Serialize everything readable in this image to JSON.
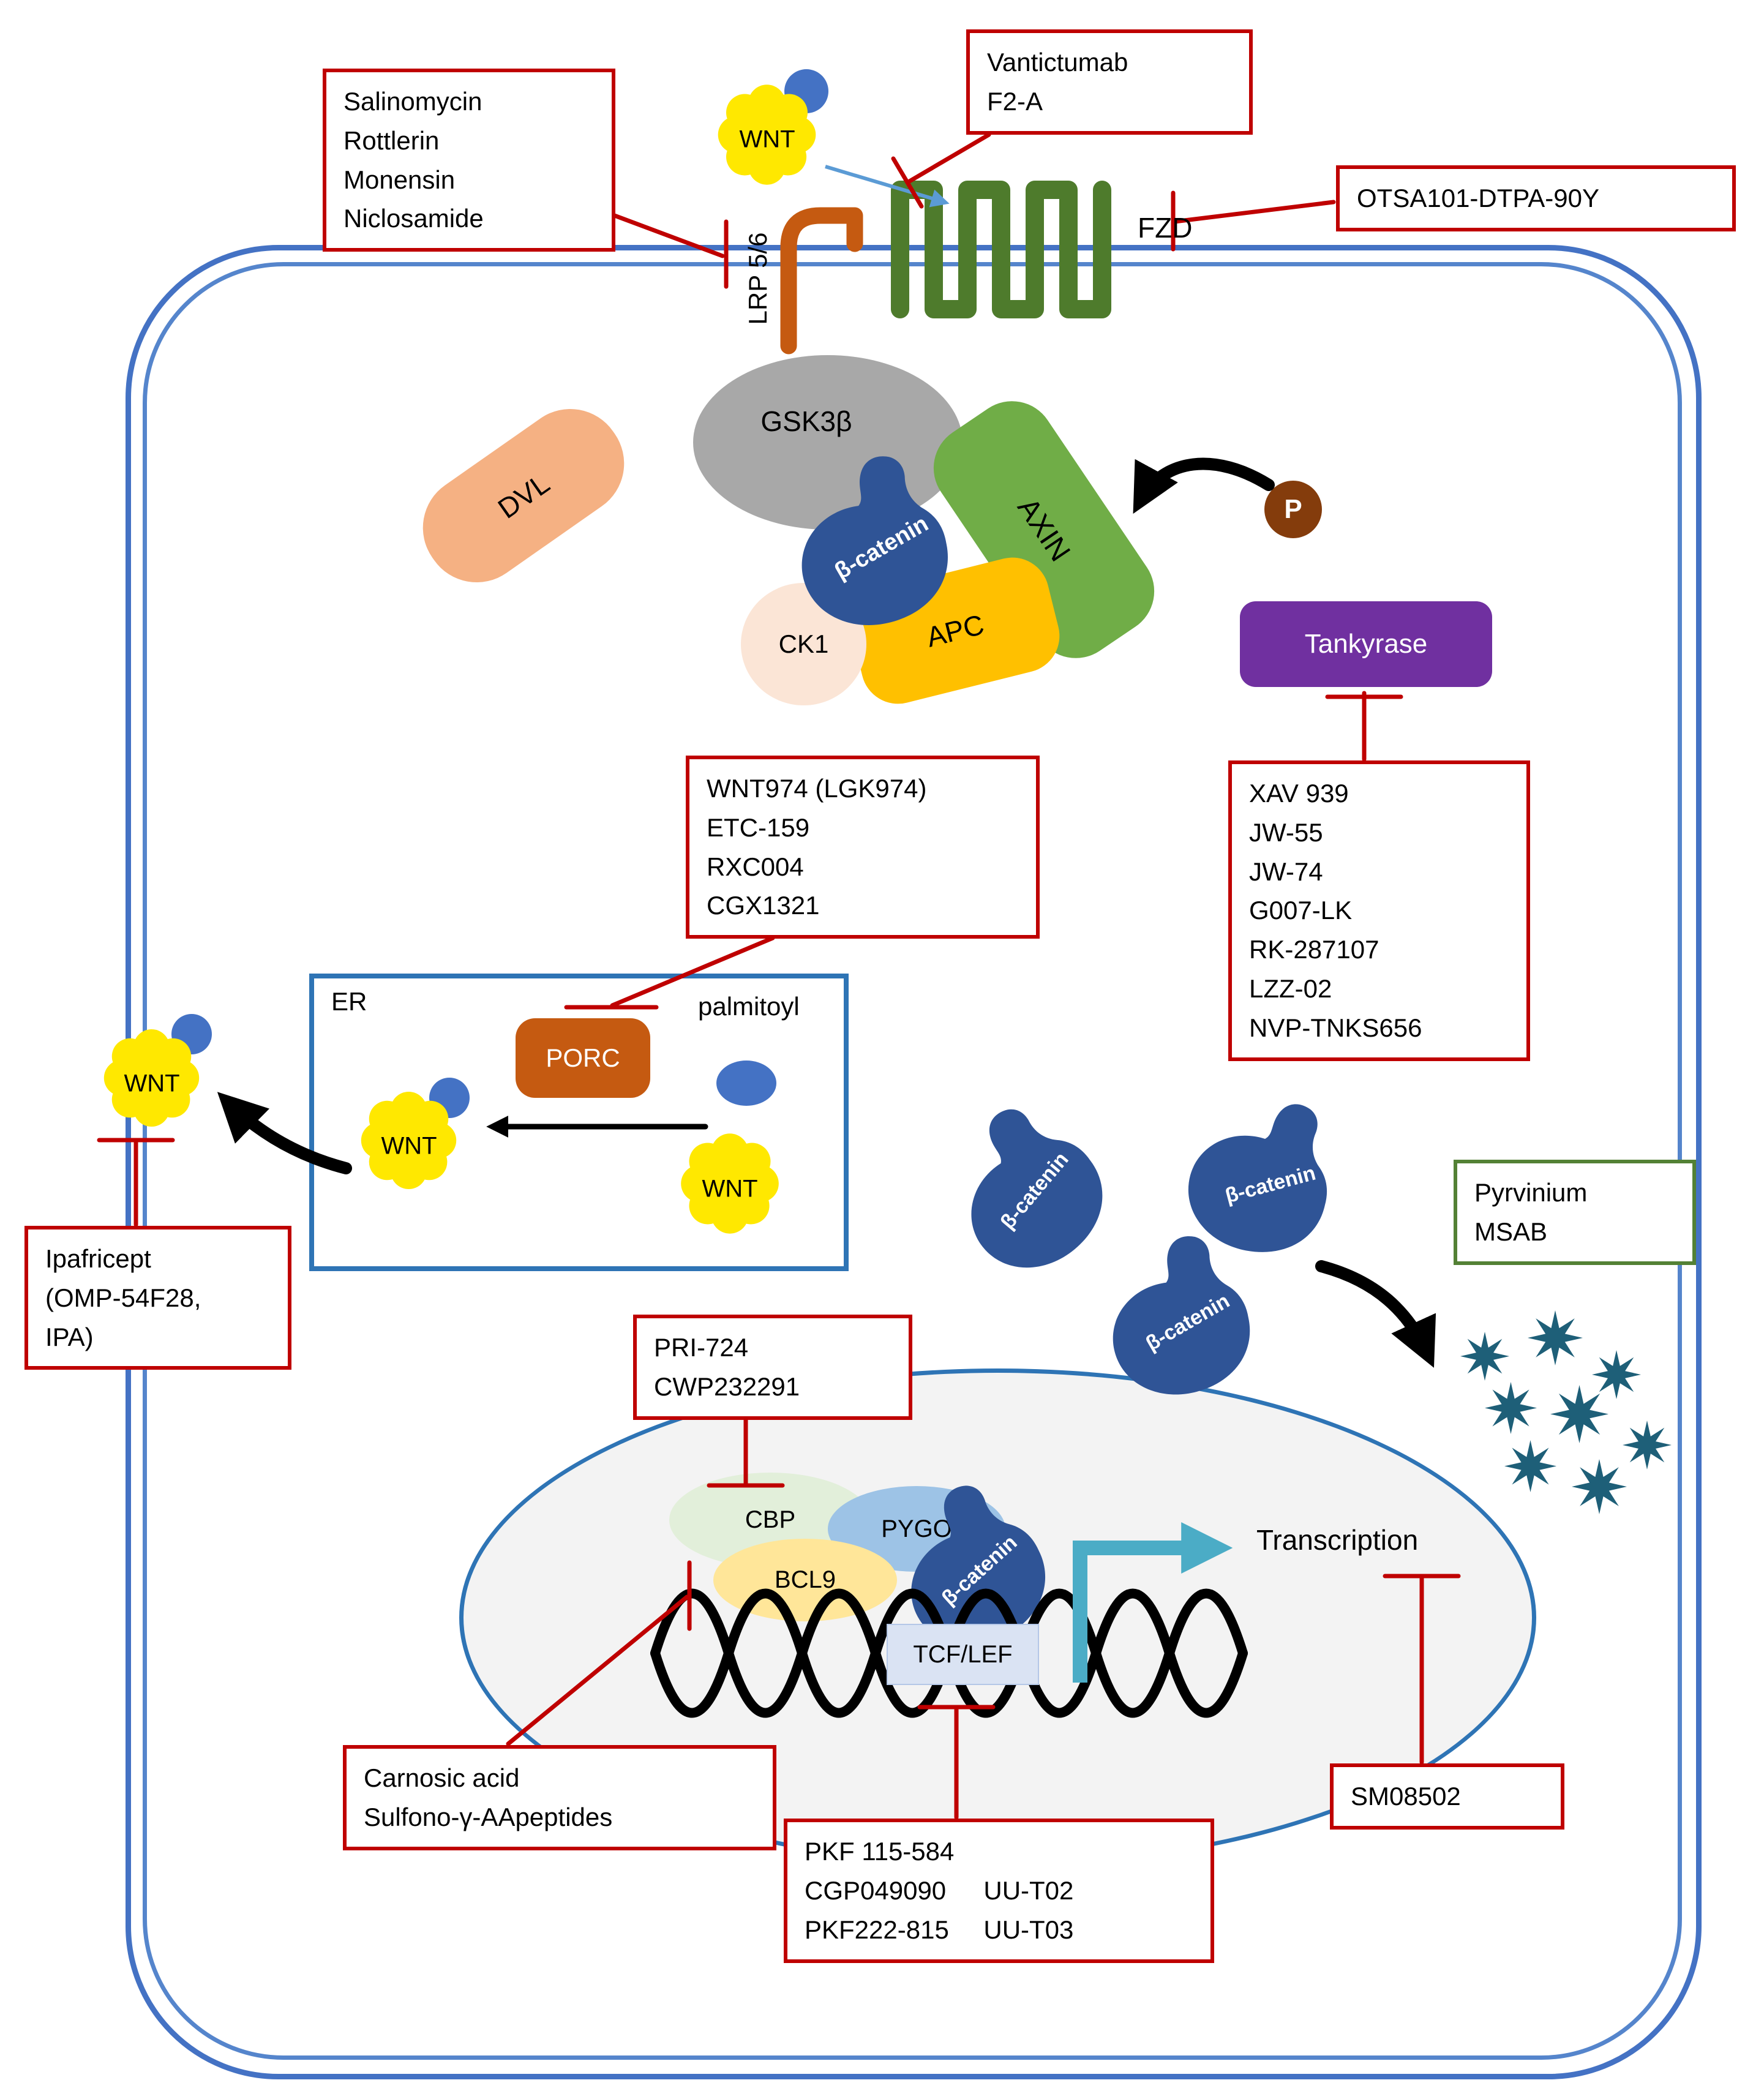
{
  "labels": {
    "wnt": "WNT",
    "lrp": "LRP 5/6",
    "fzd": "FZD",
    "dvl": "DVL",
    "gsk3b": "GSK3β",
    "beta_catenin": "β-catenin",
    "axin": "AXIN",
    "ck1": "CK1",
    "apc": "APC",
    "p": "P",
    "tankyrase": "Tankyrase",
    "er": "ER",
    "porc": "PORC",
    "palmitoyl": "palmitoyl",
    "cbp": "CBP",
    "pygo": "PYGO",
    "bcl9": "BCL9",
    "tcf_lef": "TCF/LEF",
    "transcription": "Transcription"
  },
  "inhibitor_boxes": {
    "lrp_inhibitors": {
      "lines": [
        "Salinomycin",
        "Rottlerin",
        "Monensin",
        "Niclosamide"
      ]
    },
    "wnt_fzd_inhibitors": {
      "lines": [
        "Vantictumab",
        "F2-A"
      ]
    },
    "fzd_inhibitor": {
      "lines": [
        "OTSA101-DTPA-90Y"
      ]
    },
    "tankyrase_inhibitors": {
      "lines": [
        "XAV 939",
        "JW-55",
        "JW-74",
        "G007-LK",
        "RK-287107",
        "LZZ-02",
        "NVP-TNKS656"
      ]
    },
    "porc_inhibitors": {
      "lines": [
        "WNT974 (LGK974)",
        "ETC-159",
        "RXC004",
        "CGX1321"
      ]
    },
    "wnt_ligand_inhibitors": {
      "lines": [
        "Ipafricept",
        "(OMP-54F28,",
        "IPA)"
      ]
    },
    "beta_catenin_degraders": {
      "lines": [
        "Pyrvinium",
        "MSAB"
      ]
    },
    "cbp_inhibitors": {
      "lines": [
        "PRI-724",
        "CWP232291"
      ]
    },
    "bcl9_inhibitors": {
      "lines": [
        "Carnosic acid",
        "Sulfono-γ-AApeptides"
      ]
    },
    "tcf_inhibitors": {
      "left_lines": [
        "PKF 115-584",
        "CGP049090",
        "PKF222-815"
      ],
      "right_lines": [
        "UU-T02",
        "UU-T03"
      ]
    },
    "transcription_inhibitor": {
      "lines": [
        "SM08502"
      ]
    }
  },
  "colors": {
    "inhibitor_box_red": "#bf0000",
    "degrader_box_green": "#538135",
    "membrane_blue": "#4472c4",
    "nucleus_border_blue": "#2e74b5",
    "wnt_yellow": "#ffe800",
    "receptor_green": "#4e7b2c",
    "lrp_orange": "#c55a11",
    "dvl_orange": "#f5b183",
    "gsk3b_gray": "#a8a8a8",
    "beta_catenin_blue": "#2f5496",
    "axin_green": "#70ad47",
    "apc_amber": "#ffc000",
    "ck1_peach": "#fbe5d6",
    "phospho_brown": "#843c0c",
    "tankyrase_purple": "#7030a0",
    "porc_brown": "#c55a11",
    "cbp_green": "#e2efda",
    "pygo_blue": "#9dc3e6",
    "bcl9_yellow": "#ffe699",
    "tcf_lef_blue": "#dae3f3",
    "transcription_arrow_teal": "#4bacc6",
    "degradation_star_teal": "#1e5f78"
  }
}
